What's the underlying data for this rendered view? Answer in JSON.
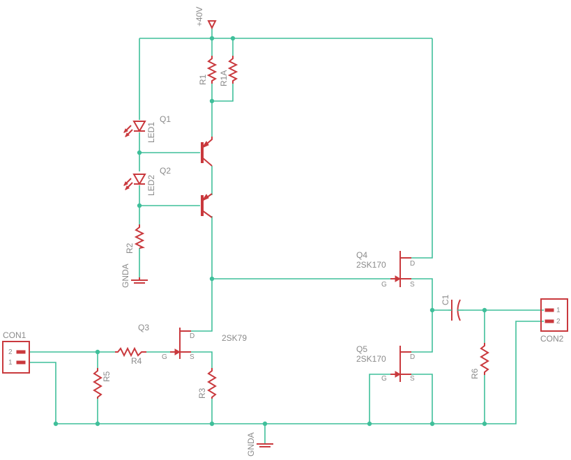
{
  "supply": {
    "label": "+40V"
  },
  "ground": {
    "label": "GNDA"
  },
  "parts": {
    "R1": "R1",
    "R1A": "R1A",
    "R2": "R2",
    "R3": "R3",
    "R4": "R4",
    "R5": "R5",
    "R6": "R6",
    "C1": "C1",
    "LED1": "LED1",
    "LED2": "LED2",
    "Q1": "Q1",
    "Q2": "Q2",
    "Q3": "Q3",
    "Q3_value": "2SK79",
    "Q4": "Q4",
    "Q4_value": "2SK170",
    "Q5": "Q5",
    "Q5_value": "2SK170",
    "CON1": "CON1",
    "CON2": "CON2"
  },
  "pins": {
    "D": "D",
    "G": "G",
    "S": "S",
    "p1": "1",
    "p2": "2"
  },
  "colors": {
    "wire": "#3fbf9a",
    "component": "#c9393d",
    "label": "#8a8a8a"
  }
}
